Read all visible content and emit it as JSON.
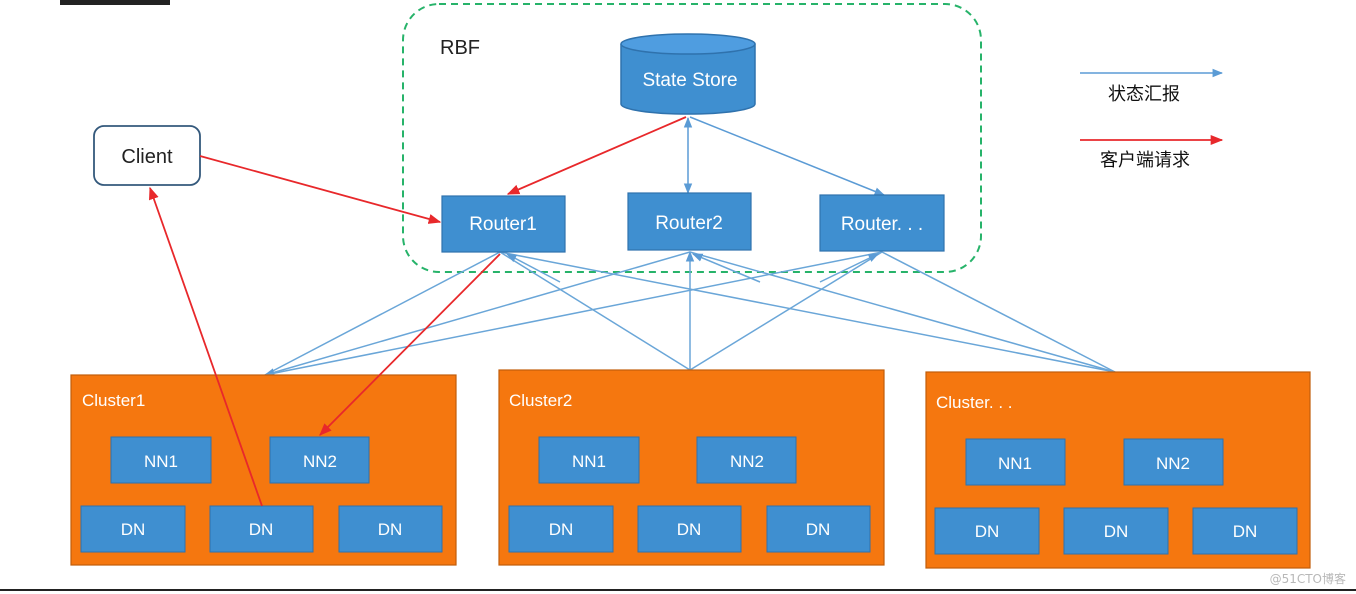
{
  "rbf": {
    "label": "RBF"
  },
  "state_store": {
    "label": "State Store"
  },
  "client": {
    "label": "Client"
  },
  "routers": [
    {
      "label": "Router1"
    },
    {
      "label": "Router2"
    },
    {
      "label": "Router. . ."
    }
  ],
  "clusters": [
    {
      "label": "Cluster1",
      "nn": [
        "NN1",
        "NN2"
      ],
      "dn": [
        "DN",
        "DN",
        "DN"
      ]
    },
    {
      "label": "Cluster2",
      "nn": [
        "NN1",
        "NN2"
      ],
      "dn": [
        "DN",
        "DN",
        "DN"
      ]
    },
    {
      "label": "Cluster. . .",
      "nn": [
        "NN1",
        "NN2"
      ],
      "dn": [
        "DN",
        "DN",
        "DN"
      ]
    }
  ],
  "legend": {
    "status_report": "状态汇报",
    "client_request": "客户端请求"
  },
  "watermark": "@51CTO博客",
  "colors": {
    "blue_box": "#3f8fd0",
    "blue_line": "#6aa6d8",
    "red_line": "#e8282b",
    "orange": "#f5770f",
    "dashed_green": "#27b36a"
  }
}
